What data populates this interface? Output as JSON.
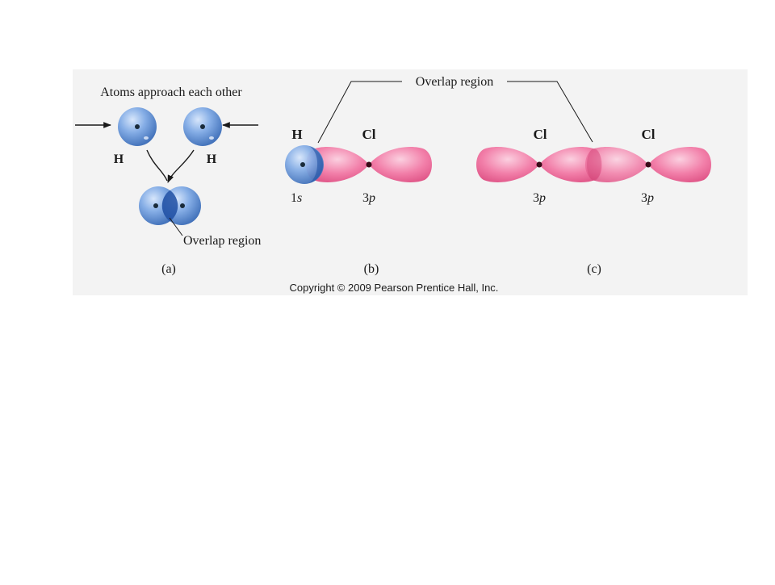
{
  "figure": {
    "panel_a": {
      "title": "Atoms approach each other",
      "atom_left_label": "H",
      "atom_right_label": "H",
      "overlap_label": "Overlap region",
      "caption": "(a)"
    },
    "panel_b": {
      "atom_h_label": "H",
      "atom_cl_label": "Cl",
      "orbital_h": {
        "num": "1",
        "letter": "s"
      },
      "orbital_cl": {
        "num": "3",
        "letter": "p"
      },
      "caption": "(b)"
    },
    "panel_c": {
      "atom_left_label": "Cl",
      "atom_right_label": "Cl",
      "orbital_left": {
        "num": "3",
        "letter": "p"
      },
      "orbital_right": {
        "num": "3",
        "letter": "p"
      },
      "caption": "(c)"
    },
    "shared_overlap_label": "Overlap region",
    "copyright": "Copyright © 2009 Pearson Prentice Hall, Inc."
  },
  "colors": {
    "panel_bg": "#f3f3f3",
    "s_orbital": "#5b8fd6",
    "overlap_blue": "#1e4fa3",
    "p_orbital": "#ef6f9e",
    "nucleus": "#1a2b3a"
  }
}
